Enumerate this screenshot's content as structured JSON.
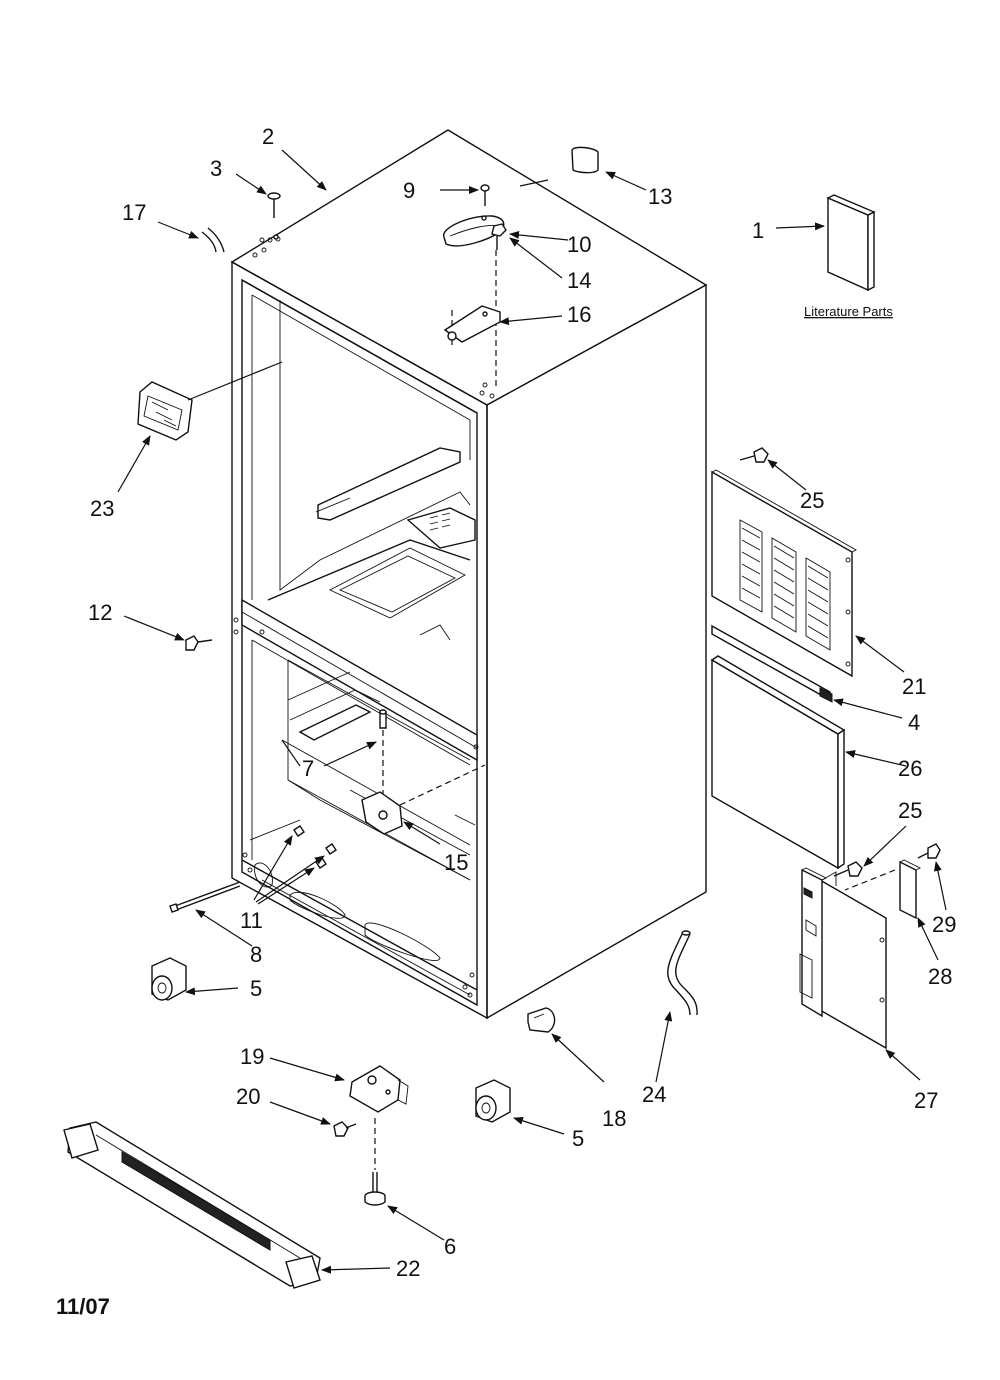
{
  "diagram": {
    "date_code": "11/07",
    "literature_label": "Literature Parts",
    "callouts": {
      "c1": "1",
      "c2": "2",
      "c3": "3",
      "c4": "4",
      "c5a": "5",
      "c5b": "5",
      "c6": "6",
      "c7": "7",
      "c8": "8",
      "c9": "9",
      "c10": "10",
      "c11": "11",
      "c12": "12",
      "c13": "13",
      "c14": "14",
      "c15": "15",
      "c16": "16",
      "c17": "17",
      "c18": "18",
      "c19": "19",
      "c20": "20",
      "c21": "21",
      "c22": "22",
      "c23": "23",
      "c24": "24",
      "c25a": "25",
      "c25b": "25",
      "c26": "26",
      "c27": "27",
      "c28": "28",
      "c29": "29"
    }
  }
}
